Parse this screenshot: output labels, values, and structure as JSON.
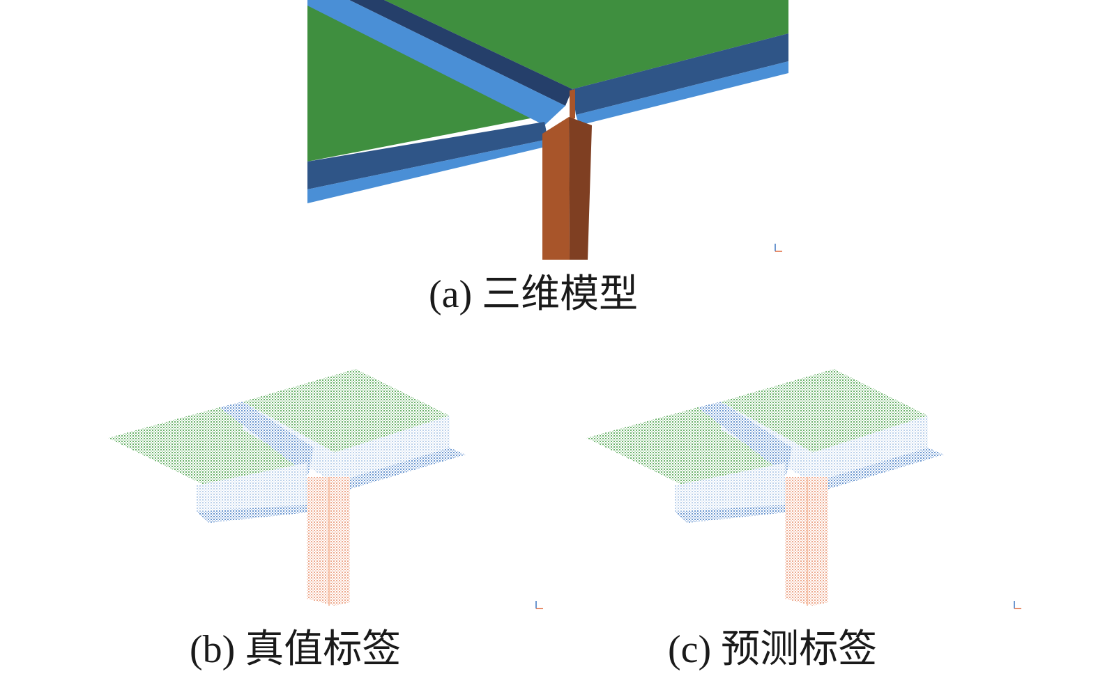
{
  "figure": {
    "panels": [
      {
        "id": "a",
        "caption": "(a) 三维模型"
      },
      {
        "id": "b",
        "caption": "(b) 真值标签"
      },
      {
        "id": "c",
        "caption": "(c) 预测标签"
      }
    ],
    "colors": {
      "slab_top": "#3f8f3f",
      "beam_side_dark": "#2f5587",
      "beam_side_light": "#4a8fd6",
      "beam_top": "#253f6a",
      "column_front": "#a8552a",
      "column_side": "#7f3f22",
      "points_slab": "#3c9a3c",
      "points_beam": "#3a74c0",
      "points_beam_side": "#8aaedb",
      "points_column": "#e0693a"
    },
    "icons": [
      "axis-triad-icon"
    ]
  }
}
